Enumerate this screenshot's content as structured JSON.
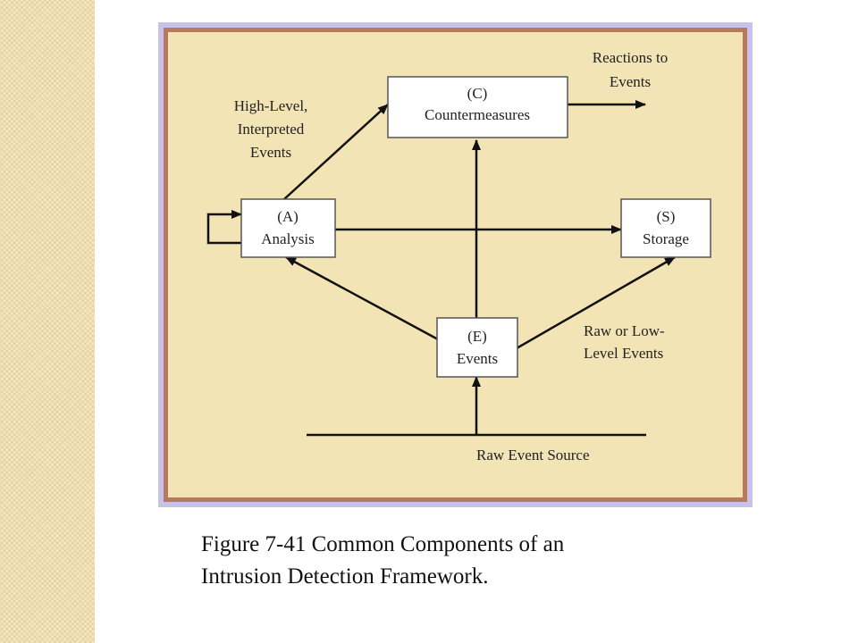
{
  "diagram": {
    "nodes": {
      "analysis": [
        "(A)",
        "Analysis"
      ],
      "countermeasures": [
        "(C)",
        "Countermeasures"
      ],
      "storage": [
        "(S)",
        "Storage"
      ],
      "events": [
        "(E)",
        "Events"
      ]
    },
    "labels": {
      "high_level": [
        "High-Level,",
        "Interpreted",
        "Events"
      ],
      "reactions": [
        "Reactions to",
        "Events"
      ],
      "raw_low": [
        "Raw or Low-",
        "Level Events"
      ],
      "raw_source": "Raw Event Source"
    }
  },
  "caption": {
    "line1": "Figure 7-41  Common Components of an",
    "line2": "Intrusion Detection Framework."
  },
  "colors": {
    "panel_bg": "#f2e4b4",
    "frame_outer": "#c8c2e8",
    "frame_border": "#b87a5c",
    "side_strip": "#f4e6bf"
  }
}
